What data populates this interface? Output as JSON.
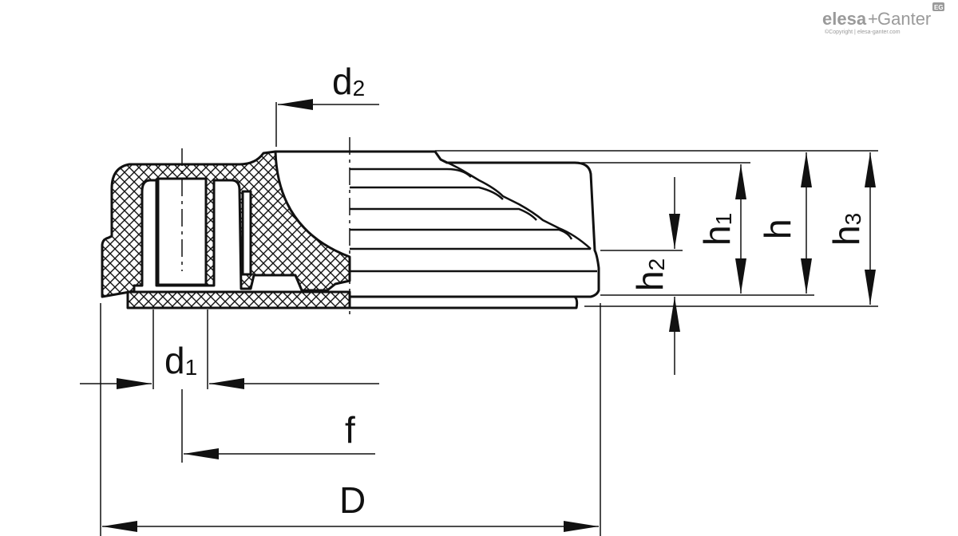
{
  "logo": {
    "brand_left": "elesa",
    "brand_plus": "+",
    "brand_right": "Ganter",
    "badge": "EG",
    "copyright": "©Copyright | elesa-ganter.com"
  },
  "dimensions": {
    "d2": {
      "main": "d",
      "sub": "2"
    },
    "d1": {
      "main": "d",
      "sub": "1"
    },
    "h1": {
      "main": "h",
      "sub": "1"
    },
    "h": {
      "main": "h",
      "sub": ""
    },
    "h3": {
      "main": "h",
      "sub": "3"
    },
    "h2": {
      "main": "h",
      "sub": "2"
    },
    "f": {
      "main": "f",
      "sub": ""
    },
    "D": {
      "main": "D",
      "sub": ""
    }
  },
  "colors": {
    "line": "#111111",
    "logo": "#9a9a9a",
    "background": "#ffffff"
  }
}
